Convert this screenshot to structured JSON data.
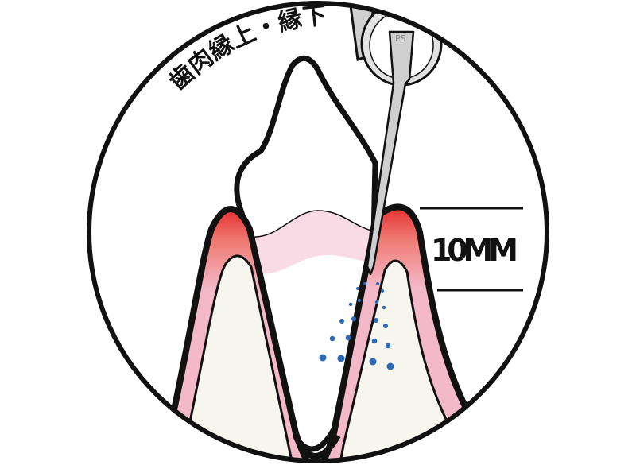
{
  "title": "歯肉縁上・縁下",
  "measurement_label": "10MM",
  "probe_label": "PS",
  "colors": {
    "outline": "#111111",
    "gum_pink": "#f4b9c9",
    "gum_red": "#e53030",
    "bone": "#f6f6ee",
    "band_pink": "#f9dbe5",
    "tartar_dots": "#2a6ab8",
    "probe_gray": "#cfcfcf"
  }
}
